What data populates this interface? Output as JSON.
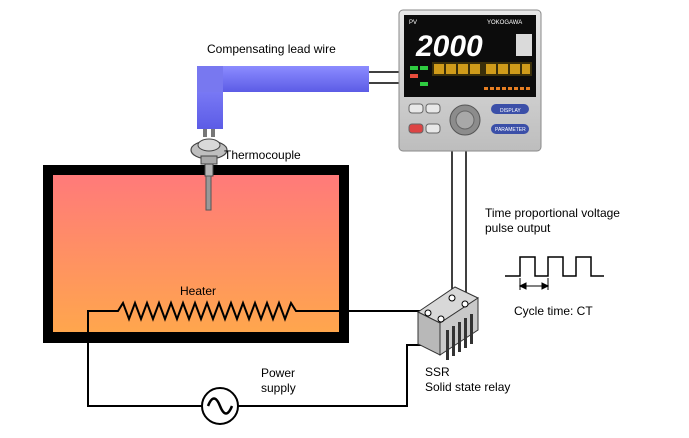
{
  "labels": {
    "compensating_lead_wire": "Compensating lead wire",
    "thermocouple": "Thermocouple",
    "heater": "Heater",
    "time_proportional_line1": "Time proportional  voltage",
    "time_proportional_line2": "pulse output",
    "cycle_time": "Cycle time: CT",
    "ssr": "SSR",
    "ssr_full": "Solid state relay",
    "power_supply_line1": "Power",
    "power_supply_line2": "supply"
  },
  "controller": {
    "brand": "YOKOGAWA",
    "model": "PV",
    "pv_display": "2000",
    "buttons": {
      "display": "DISPLAY",
      "parameter": "PARAMETER"
    }
  },
  "colors": {
    "wire": "#6a6af2",
    "heater_top": "#ff7a7a",
    "heater_bottom": "#ffa64d",
    "controller_screen": "#0c0c0c",
    "pv_digits": "#ffffff",
    "sv_digits": "#d4a017"
  }
}
